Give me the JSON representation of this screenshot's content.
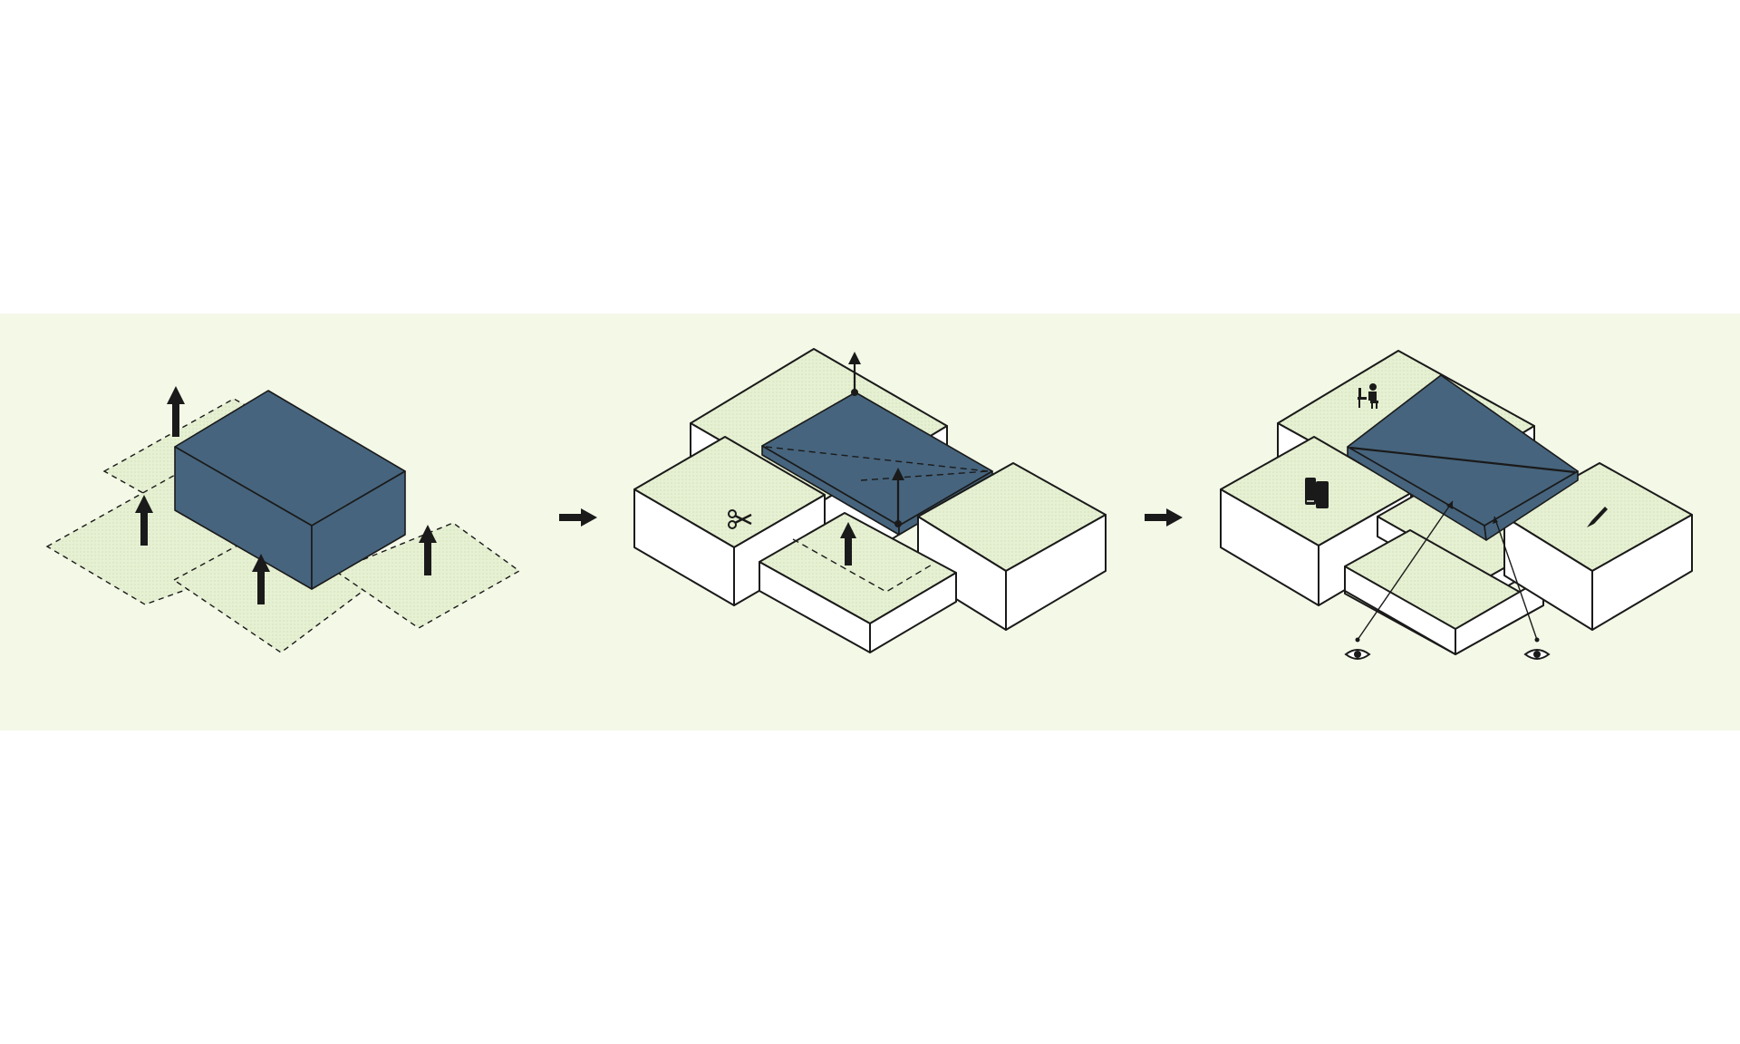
{
  "colors": {
    "background": "#ffffff",
    "band": "#f3f8e7",
    "footprint": "#e6f0d2",
    "volume": "#46647d",
    "line": "#1a1a1a",
    "wall": "#ffffff"
  },
  "stages": [
    {
      "name": "massing-extrusion",
      "icons": [
        "up-arrow-icon",
        "up-arrow-icon",
        "up-arrow-icon",
        "up-arrow-icon"
      ]
    },
    {
      "name": "cut-and-lift",
      "icons": [
        "scissors-icon",
        "up-arrow-icon",
        "height-arrow-icon"
      ]
    },
    {
      "name": "program-and-views",
      "icons": [
        "desk-worker-icon",
        "books-icon",
        "paintbrush-icon",
        "eye-icon",
        "eye-icon"
      ]
    }
  ],
  "connectors": [
    "right-arrow-icon",
    "right-arrow-icon"
  ]
}
